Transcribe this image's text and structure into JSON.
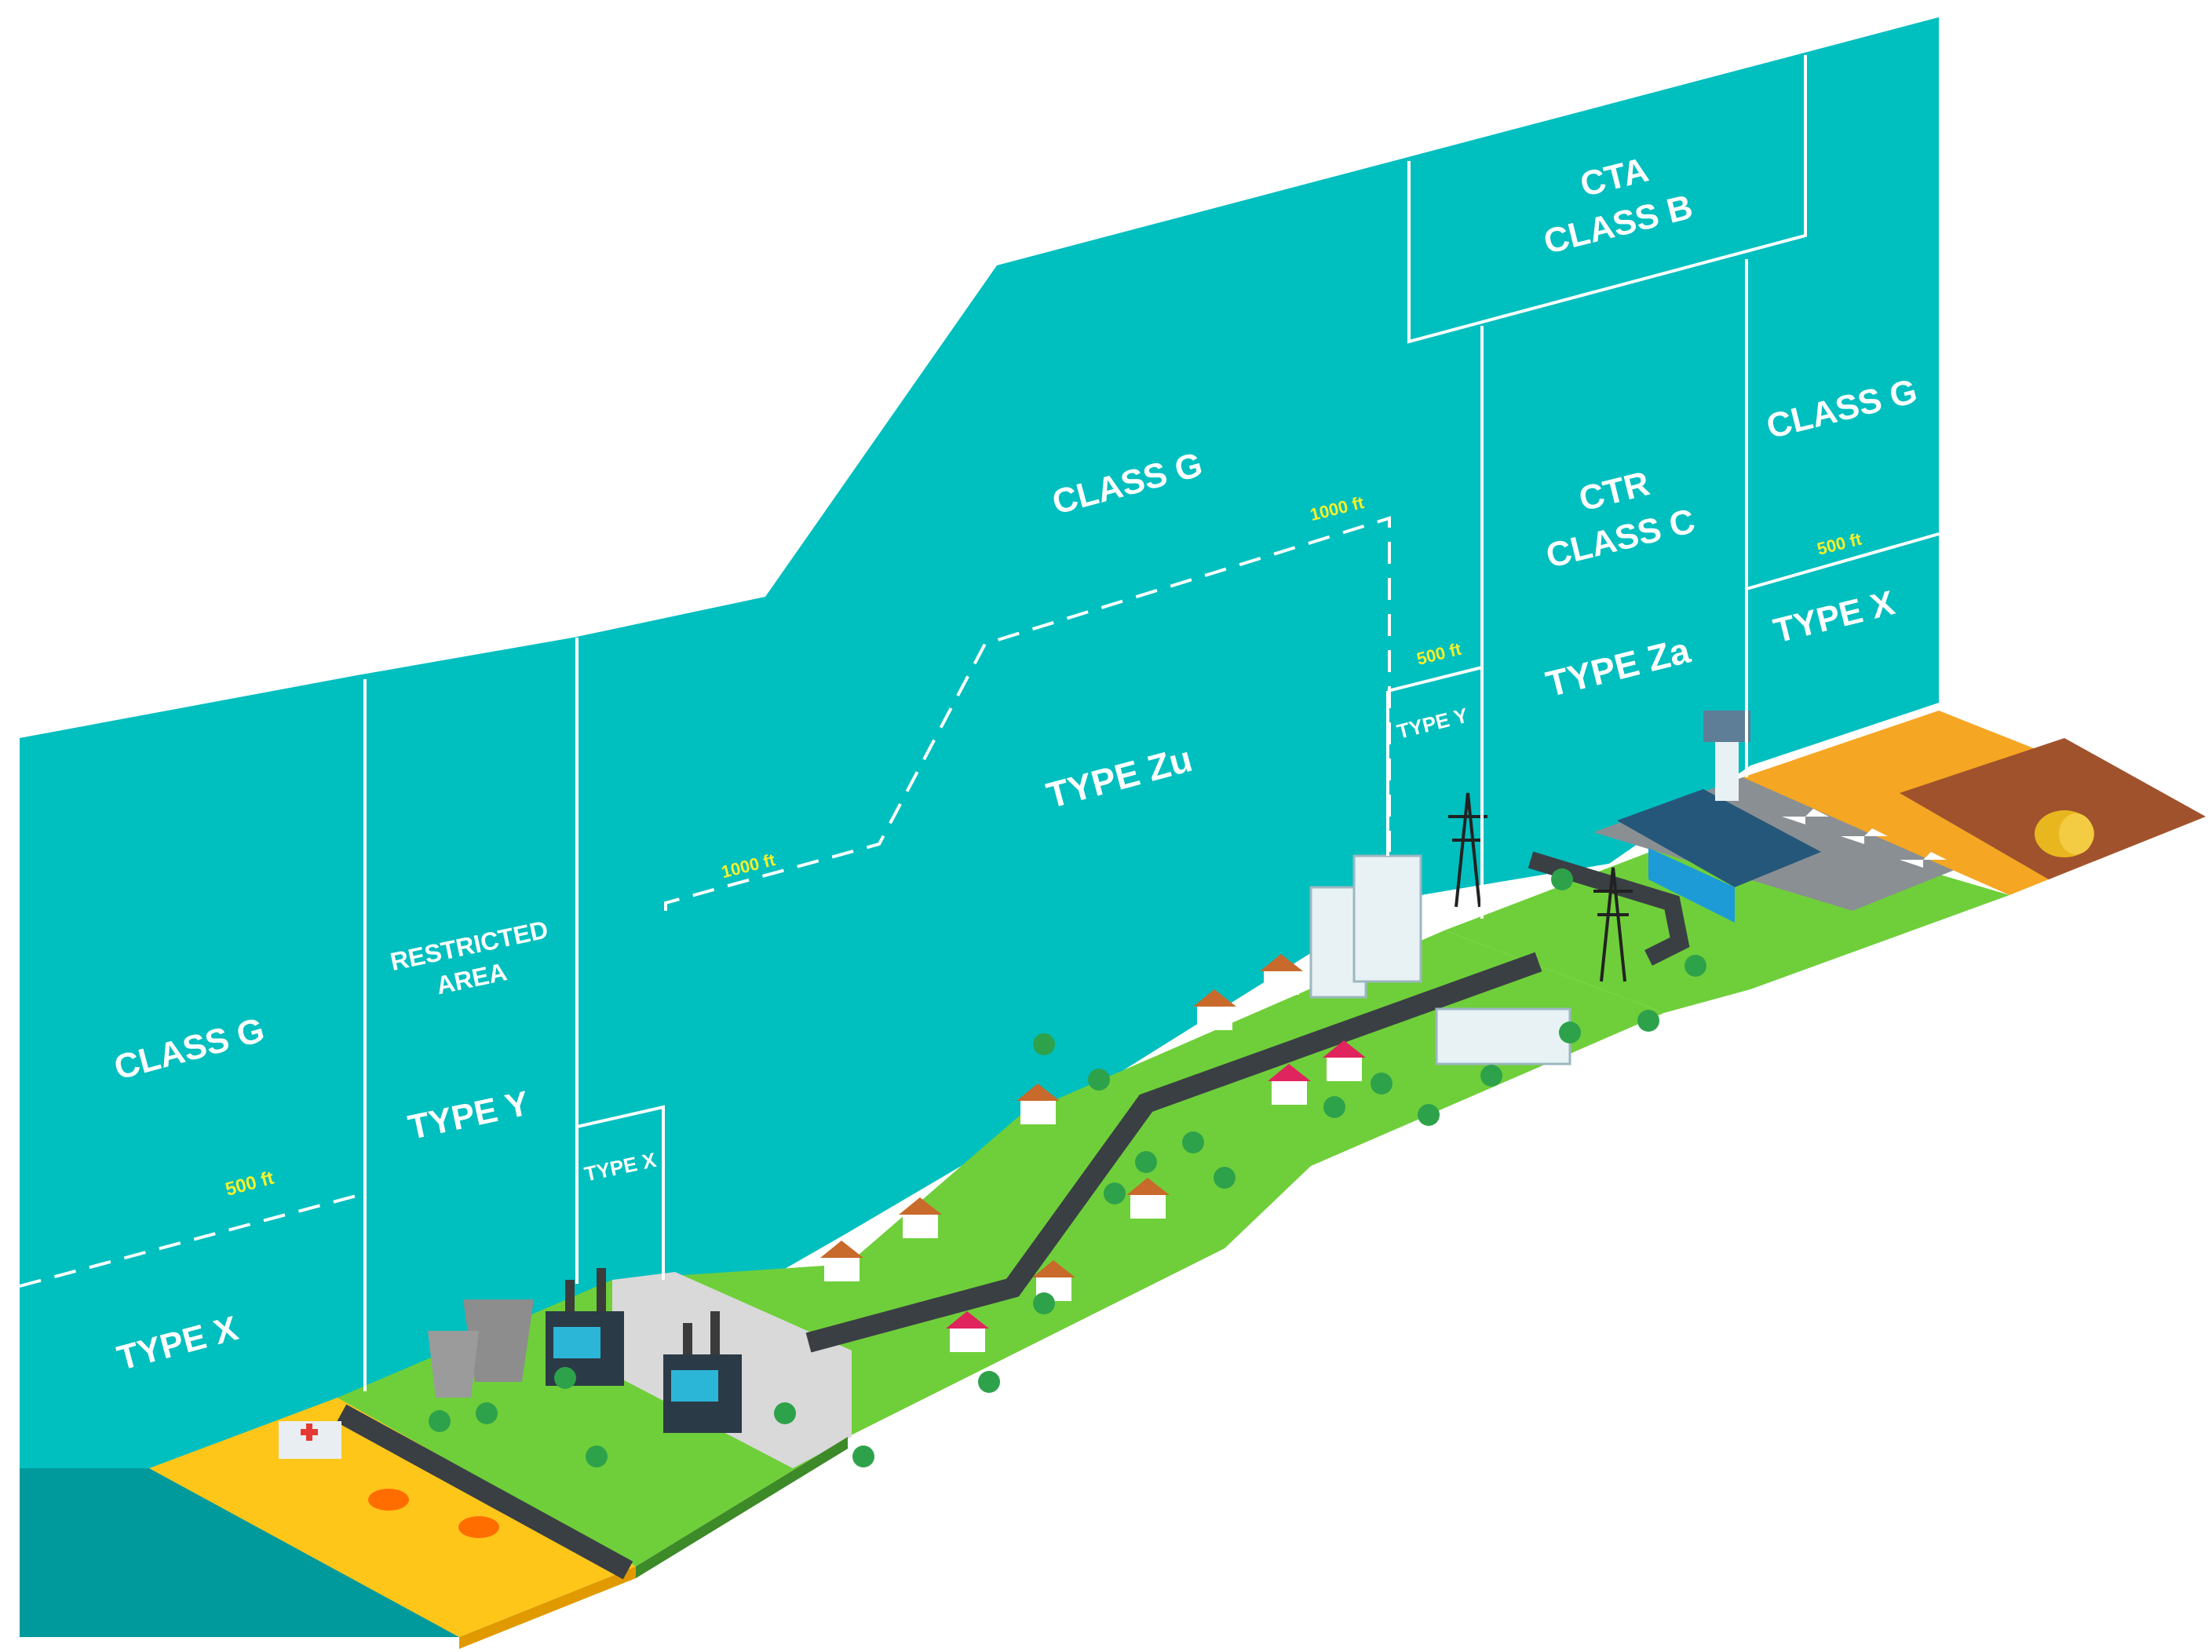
{
  "labels": {
    "left_class_g": "CLASS G",
    "left_type_x": "TYPE X",
    "left_500ft": "500 ft",
    "restricted_line1": "RESTRICTED",
    "restricted_line2": "AREA",
    "restricted_type_y": "TYPE Y",
    "type_x_mid": "TYPE X",
    "mid_1000ft_left": "1000 ft",
    "mid_class_g": "CLASS G",
    "mid_type_zu": "TYPE Zu",
    "mid_1000ft_right": "1000 ft",
    "mid_500ft": "500 ft",
    "mid_type_y": "TYPE Y",
    "cta_line1": "CTA",
    "cta_line2": "CLASS B",
    "ctr_line1": "CTR",
    "ctr_line2": "CLASS C",
    "ctr_type_za": "TYPE Za",
    "right_class_g": "CLASS G",
    "right_500ft": "500 ft",
    "right_type_x": "TYPE X"
  },
  "colors": {
    "airspace": "#00bfbf",
    "water": "#0a7f8c",
    "grass": "#6fcf3a",
    "beach": "#ffc61a",
    "road": "#3a3f44",
    "altitude_text": "#f6f22a",
    "field": "#f5a623",
    "soil": "#a0522d"
  },
  "icons": [
    "hospital-icon",
    "umbrella-icon",
    "cooling-tower-icon",
    "factory-icon",
    "house-icon",
    "tree-icon",
    "skyscraper-icon",
    "pylon-icon",
    "office-building-icon",
    "control-tower-icon",
    "terminal-icon",
    "airplane-icon",
    "hay-bale-icon"
  ]
}
